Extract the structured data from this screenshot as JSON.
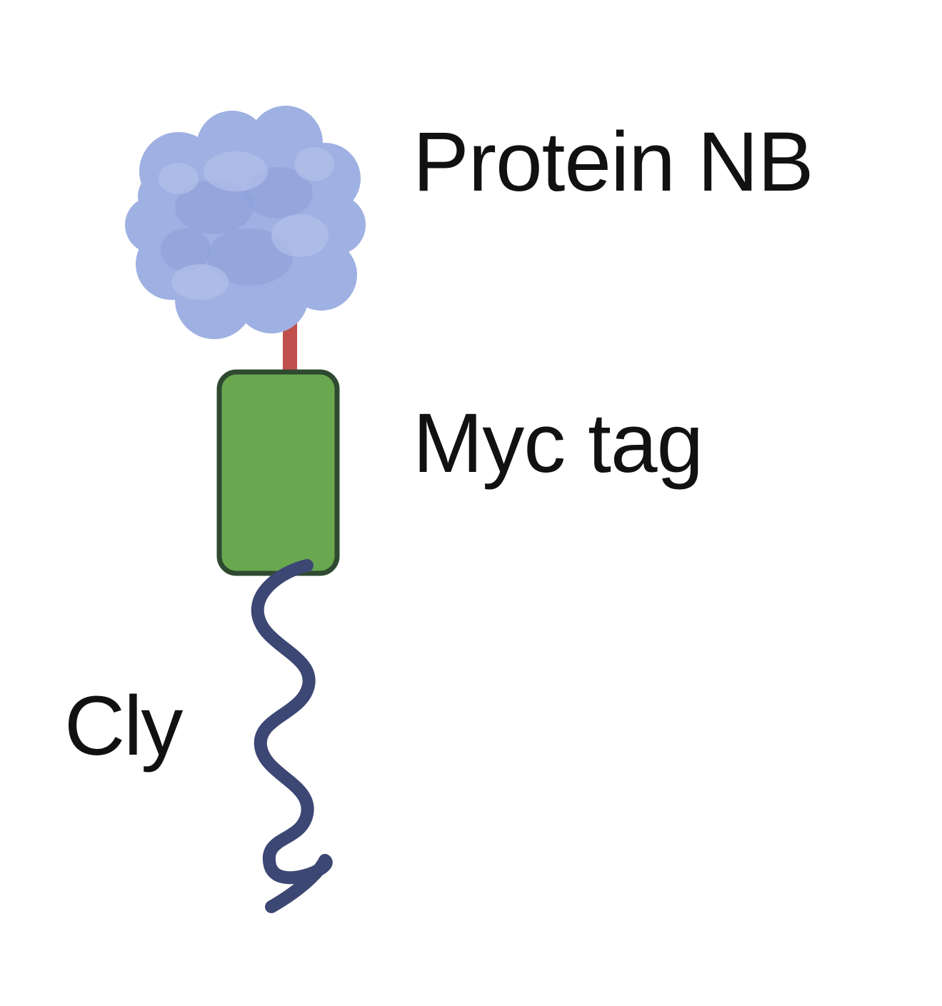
{
  "labels": {
    "protein": "Protein NB",
    "myc": "Myc tag",
    "cly": "Cly"
  },
  "colors": {
    "protein_fill": "#9fb0e2",
    "protein_shadow": "#8c9fd9",
    "protein_highlight": "#b3c1ea",
    "linker": "#c0504d",
    "tag_fill": "#6aa84f",
    "tag_stroke": "#2f4a30",
    "chain": "#3d4774",
    "text": "#111111"
  },
  "icons": {
    "protein": "globular-protein-icon",
    "tag": "rounded-rectangle-tag",
    "chain": "wavy-chain"
  }
}
